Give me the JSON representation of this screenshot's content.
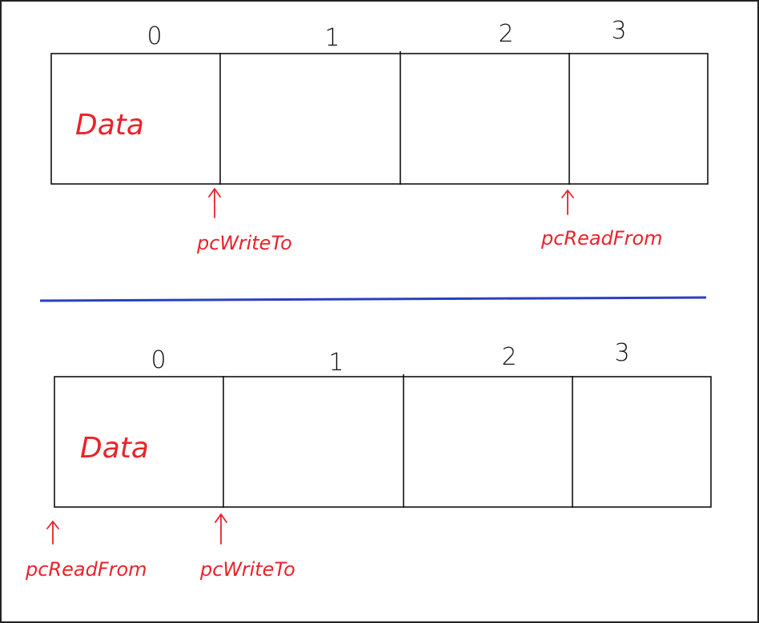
{
  "colors": {
    "ink": "#111111",
    "annotation": "#e8232a",
    "separator": "#2a40c0"
  },
  "diagrams": [
    {
      "indices": [
        "0",
        "1",
        "2",
        "3"
      ],
      "data_label": "Data",
      "pointers": {
        "write": "pcWriteTo",
        "read": "pcReadFrom"
      }
    },
    {
      "indices": [
        "0",
        "1",
        "2",
        "3"
      ],
      "data_label": "Data",
      "pointers": {
        "read": "pcReadFrom",
        "write": "pcWriteTo"
      }
    }
  ]
}
